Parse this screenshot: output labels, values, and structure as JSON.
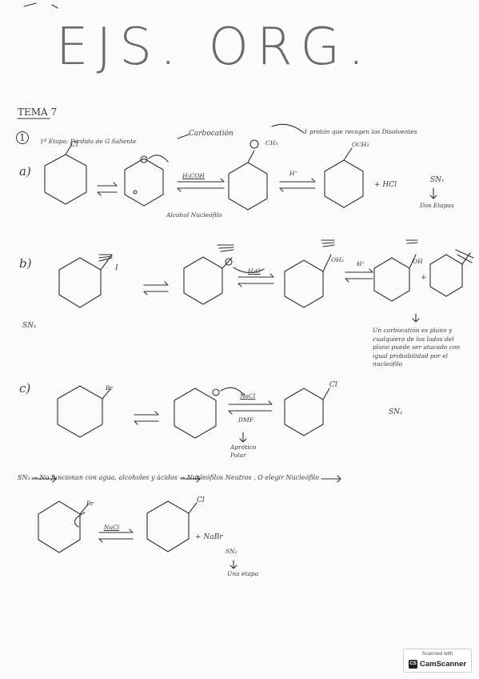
{
  "header": {
    "title": "EJS. ORG."
  },
  "section": {
    "heading": "TEMA 7"
  },
  "exercise": {
    "number": "1",
    "note_first_step": "1ª Etapa: Pérdida de G Saliente",
    "note_carbocation": "Carbocatión",
    "note_proton": "1 protón que recogen los Disolventes",
    "part_a": {
      "label": "a)",
      "leaving_group": "Cl",
      "solvent": "H₃COH",
      "solvent_note": "Alcohol Nucleófilo",
      "ch3": "CH₃",
      "och3": "OCH₃",
      "h_plus": "H⁺",
      "byproduct": "+ HCl",
      "mechanism": "SN₁",
      "steps_note": "Dos Etapas"
    },
    "part_b": {
      "label": "b)",
      "leaving_group": "I",
      "solvent": "H₂O",
      "oh2": "OH₂",
      "h_plus": "H⁺",
      "oh": "OH",
      "plus": "+",
      "mechanism": "SN₁",
      "explanation": "Un carbocatión es plano y cualquiera de los lados del plano puede ser atacado con igual probabilidad por el nucleófilo"
    },
    "part_c": {
      "label": "c)",
      "leaving_group": "Br",
      "reagent": "NaCl",
      "solvent": "DMF",
      "solvent_note": "Aprótico Polar",
      "product_group": "Cl",
      "mechanism": "SN₁"
    },
    "sn2": {
      "statement": "SN₂ → No funcionan con agua, alcoholes y ácidos → Nucleófilos Neutros , O elegir Nucleófilo",
      "leaving_group": "Br",
      "reagent": "NaCl",
      "product_group": "Cl",
      "byproduct": "+ NaBr",
      "mechanism": "SN₂",
      "steps_note": "Una etapa"
    }
  },
  "watermark": {
    "top_text": "Scanned with",
    "brand": "CamScanner",
    "logo_letters": "CS"
  },
  "colors": {
    "ink": "#2b2b2b",
    "paper": "#fbfbfa",
    "pencil": "#6a6a6a"
  }
}
